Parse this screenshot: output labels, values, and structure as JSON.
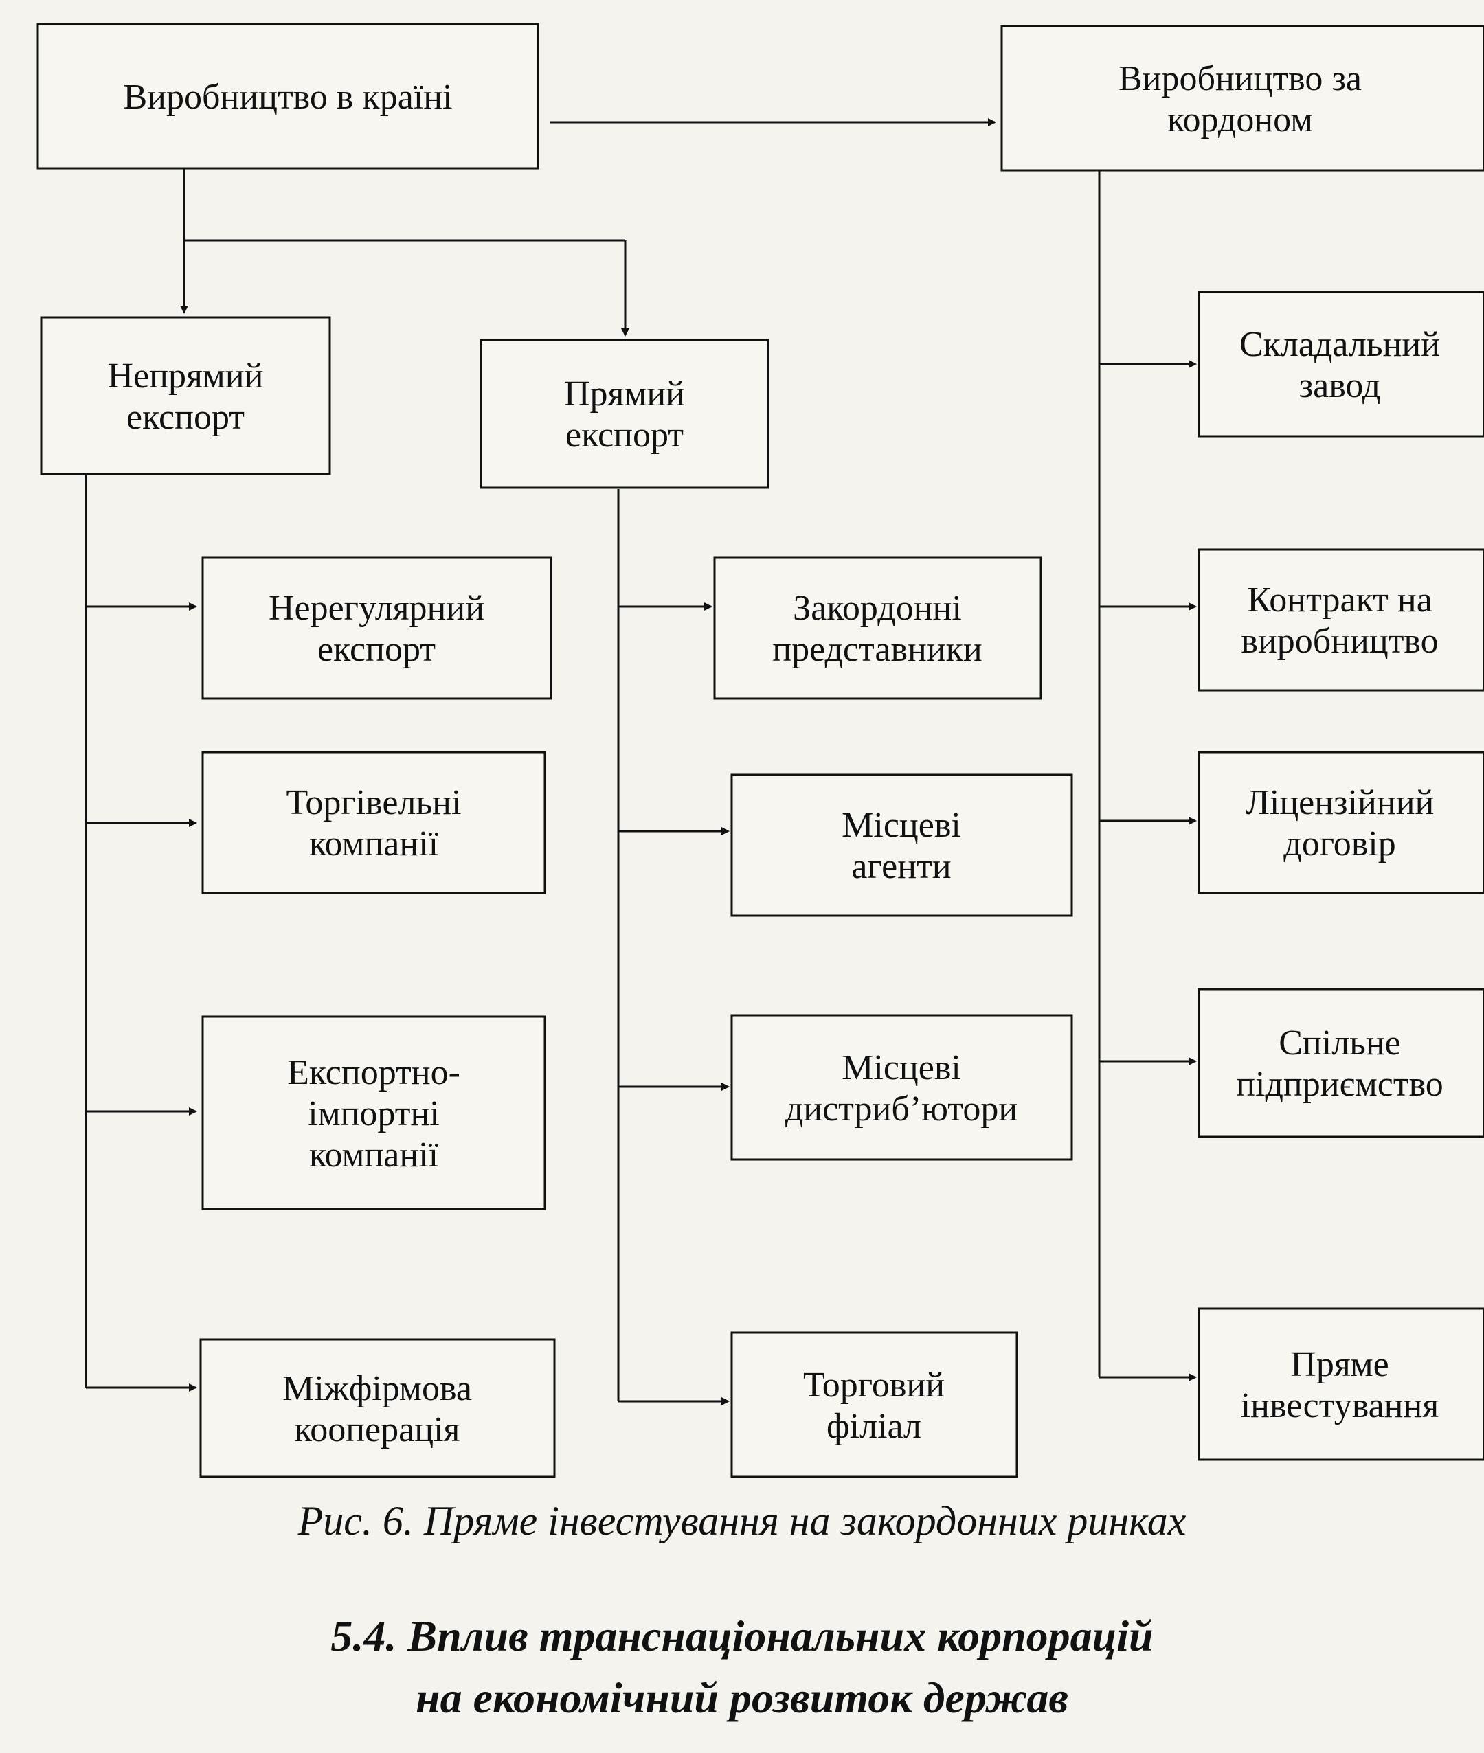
{
  "diagram": {
    "boxes": {
      "production_domestic": [
        "Виробництво в країні"
      ],
      "production_abroad": [
        "Виробництво за",
        "кордоном"
      ],
      "indirect_export": [
        "Непрямий",
        "експорт"
      ],
      "direct_export": [
        "Прямий",
        "експорт"
      ],
      "assembly_plant": [
        "Складальний",
        "завод"
      ],
      "irregular_export": [
        "Нерегулярний",
        "експорт"
      ],
      "foreign_representatives": [
        "Закордонні",
        "представники"
      ],
      "manufacturing_contract": [
        "Контракт на",
        "виробництво"
      ],
      "trading_companies": [
        "Торгівельні",
        "компанії"
      ],
      "local_agents": [
        "Місцеві",
        "агенти"
      ],
      "license_agreement": [
        "Ліцензійний",
        "договір"
      ],
      "export_import_companies": [
        "Експортно-",
        "імпортні",
        "компанії"
      ],
      "local_distributors": [
        "Місцеві",
        "дистриб’ютори"
      ],
      "joint_venture": [
        "Спільне",
        "підприємство"
      ],
      "interfirm_cooperation": [
        "Міжфірмова",
        "кооперація"
      ],
      "sales_branch": [
        "Торговий",
        "філіал"
      ],
      "direct_investment": [
        "Пряме",
        "інвестування"
      ]
    }
  },
  "caption": "Рис. 6. Пряме інвестування на закордонних ринках",
  "section_heading": {
    "line1": "5.4. Вплив транснаціональних корпорацій",
    "line2": "на економічний розвиток держав"
  }
}
